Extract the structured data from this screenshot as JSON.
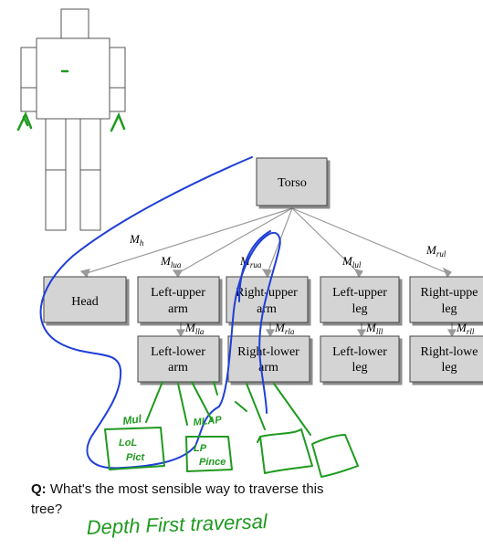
{
  "diagram": {
    "nodes": {
      "torso": "Torso",
      "head": "Head",
      "left_upper_arm_1": "Left-upper",
      "left_upper_arm_2": "arm",
      "right_upper_arm_1": "Right-upper",
      "right_upper_arm_2": "arm",
      "left_upper_leg_1": "Left-upper",
      "left_upper_leg_2": "leg",
      "right_upper_leg_1": "Right-uppe",
      "right_upper_leg_2": "leg",
      "left_lower_arm_1": "Left-lower",
      "left_lower_arm_2": "arm",
      "right_lower_arm_1": "Right-lower",
      "right_lower_arm_2": "arm",
      "left_lower_leg_1": "Left-lower",
      "left_lower_leg_2": "leg",
      "right_lower_leg_1": "Right-lowe",
      "right_lower_leg_2": "leg"
    },
    "edge_labels": {
      "h_main": "M",
      "h_sub": "h",
      "lua_main": "M",
      "lua_sub": "lua",
      "rua_main": "M",
      "rua_sub": "rua",
      "lul_main": "M",
      "lul_sub": "lul",
      "rul_main": "M",
      "rul_sub": "rul",
      "lla_main": "M",
      "lla_sub": "lla",
      "rla_main": "M",
      "rla_sub": "rla",
      "lll_main": "M",
      "lll_sub": "lll",
      "rll_main": "M",
      "rll_sub": "rll"
    }
  },
  "handwriting": {
    "mul": "Mul",
    "mlap": "MLAP",
    "box1_line1": "LoL",
    "box1_line2": "Pict",
    "box2_line1": "LP",
    "box2_line2": "Pince",
    "answer": "Depth First traversal"
  },
  "question": {
    "prefix": "Q:",
    "line1": " What's the most sensible way to traverse this",
    "line2": "tree?"
  },
  "colors": {
    "node_fill": "#d4d4d4",
    "pen_blue": "#1f3fd6",
    "pen_green": "#1f9a1f",
    "edge": "#9a9a9a"
  }
}
